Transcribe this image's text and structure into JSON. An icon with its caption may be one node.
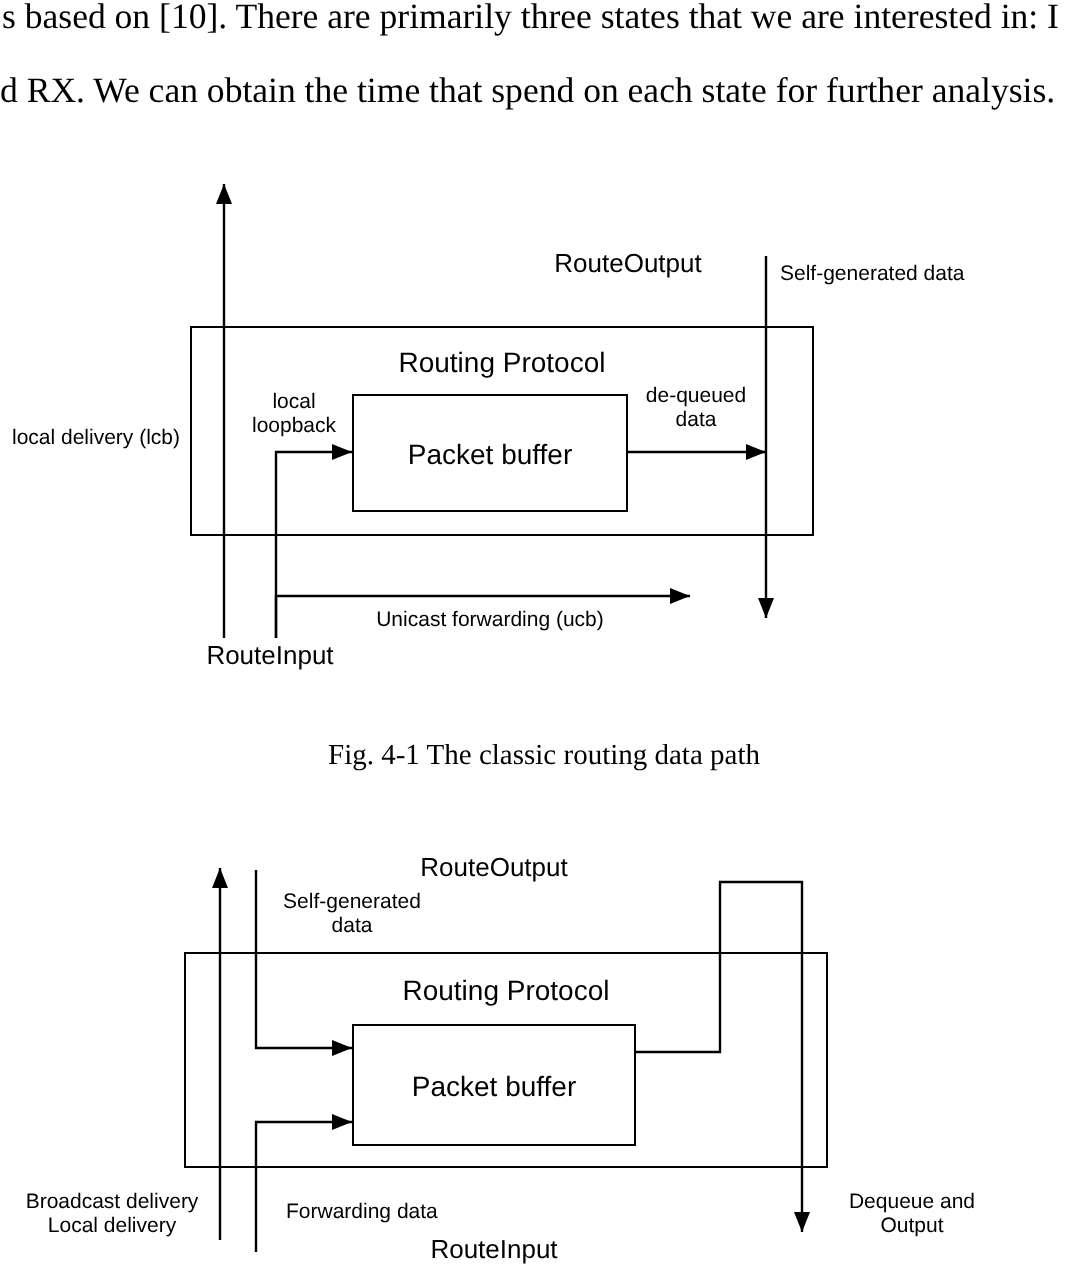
{
  "diagram": {
    "caption": "Fig. 4-1 The classic routing data path",
    "nodes": [
      {
        "text": [
          "Self-generated data"
        ]
      },
      {
        "text": [
          "Routing Protocol"
        ]
      },
      {
        "text": [
          "Packet buffer"
        ],
        "in": 1
      },
      {
        "text": [
          "RouteInput"
        ]
      },
      {
        "text": [
          "Routing Protocol"
        ]
      },
      {
        "text": [
          "Packet buffer"
        ],
        "in": 4
      },
      {
        "text": [
          "Broadcast delivery Local delivery"
        ]
      },
      {
        "text": [
          "Forwarding data"
        ]
      },
      {
        "text": [
          "Dequeue and Output"
        ]
      }
    ],
    "edges": [
      {
        "from": 3,
        "to": null,
        "arrow": "to",
        "label": "local delivery (lcb)"
      },
      {
        "from": 3,
        "to": 2,
        "arrow": "to",
        "label": "local loopback"
      },
      {
        "from": 3,
        "to": null,
        "arrow": "to",
        "label": "Unicast forwarding (ucb)"
      },
      {
        "from": 2,
        "to": null,
        "arrow": "to",
        "label": "de-queued data"
      },
      {
        "from": 0,
        "to": null,
        "arrow": "to"
      },
      {
        "from": 6,
        "to": null,
        "arrow": "to"
      },
      {
        "from": null,
        "to": 5,
        "arrow": "to",
        "label": "Self-generated data"
      },
      {
        "from": 7,
        "to": 5,
        "arrow": "to"
      },
      {
        "from": 5,
        "to": 8,
        "arrow": "to"
      }
    ],
    "labels": [
      "s based on [10]. There are primarily three states that we are interested in: I",
      "d RX. We can obtain the time that spend on each state for further analysis.",
      "RouteOutput",
      "RouteOutput",
      "RouteInput"
    ]
  }
}
